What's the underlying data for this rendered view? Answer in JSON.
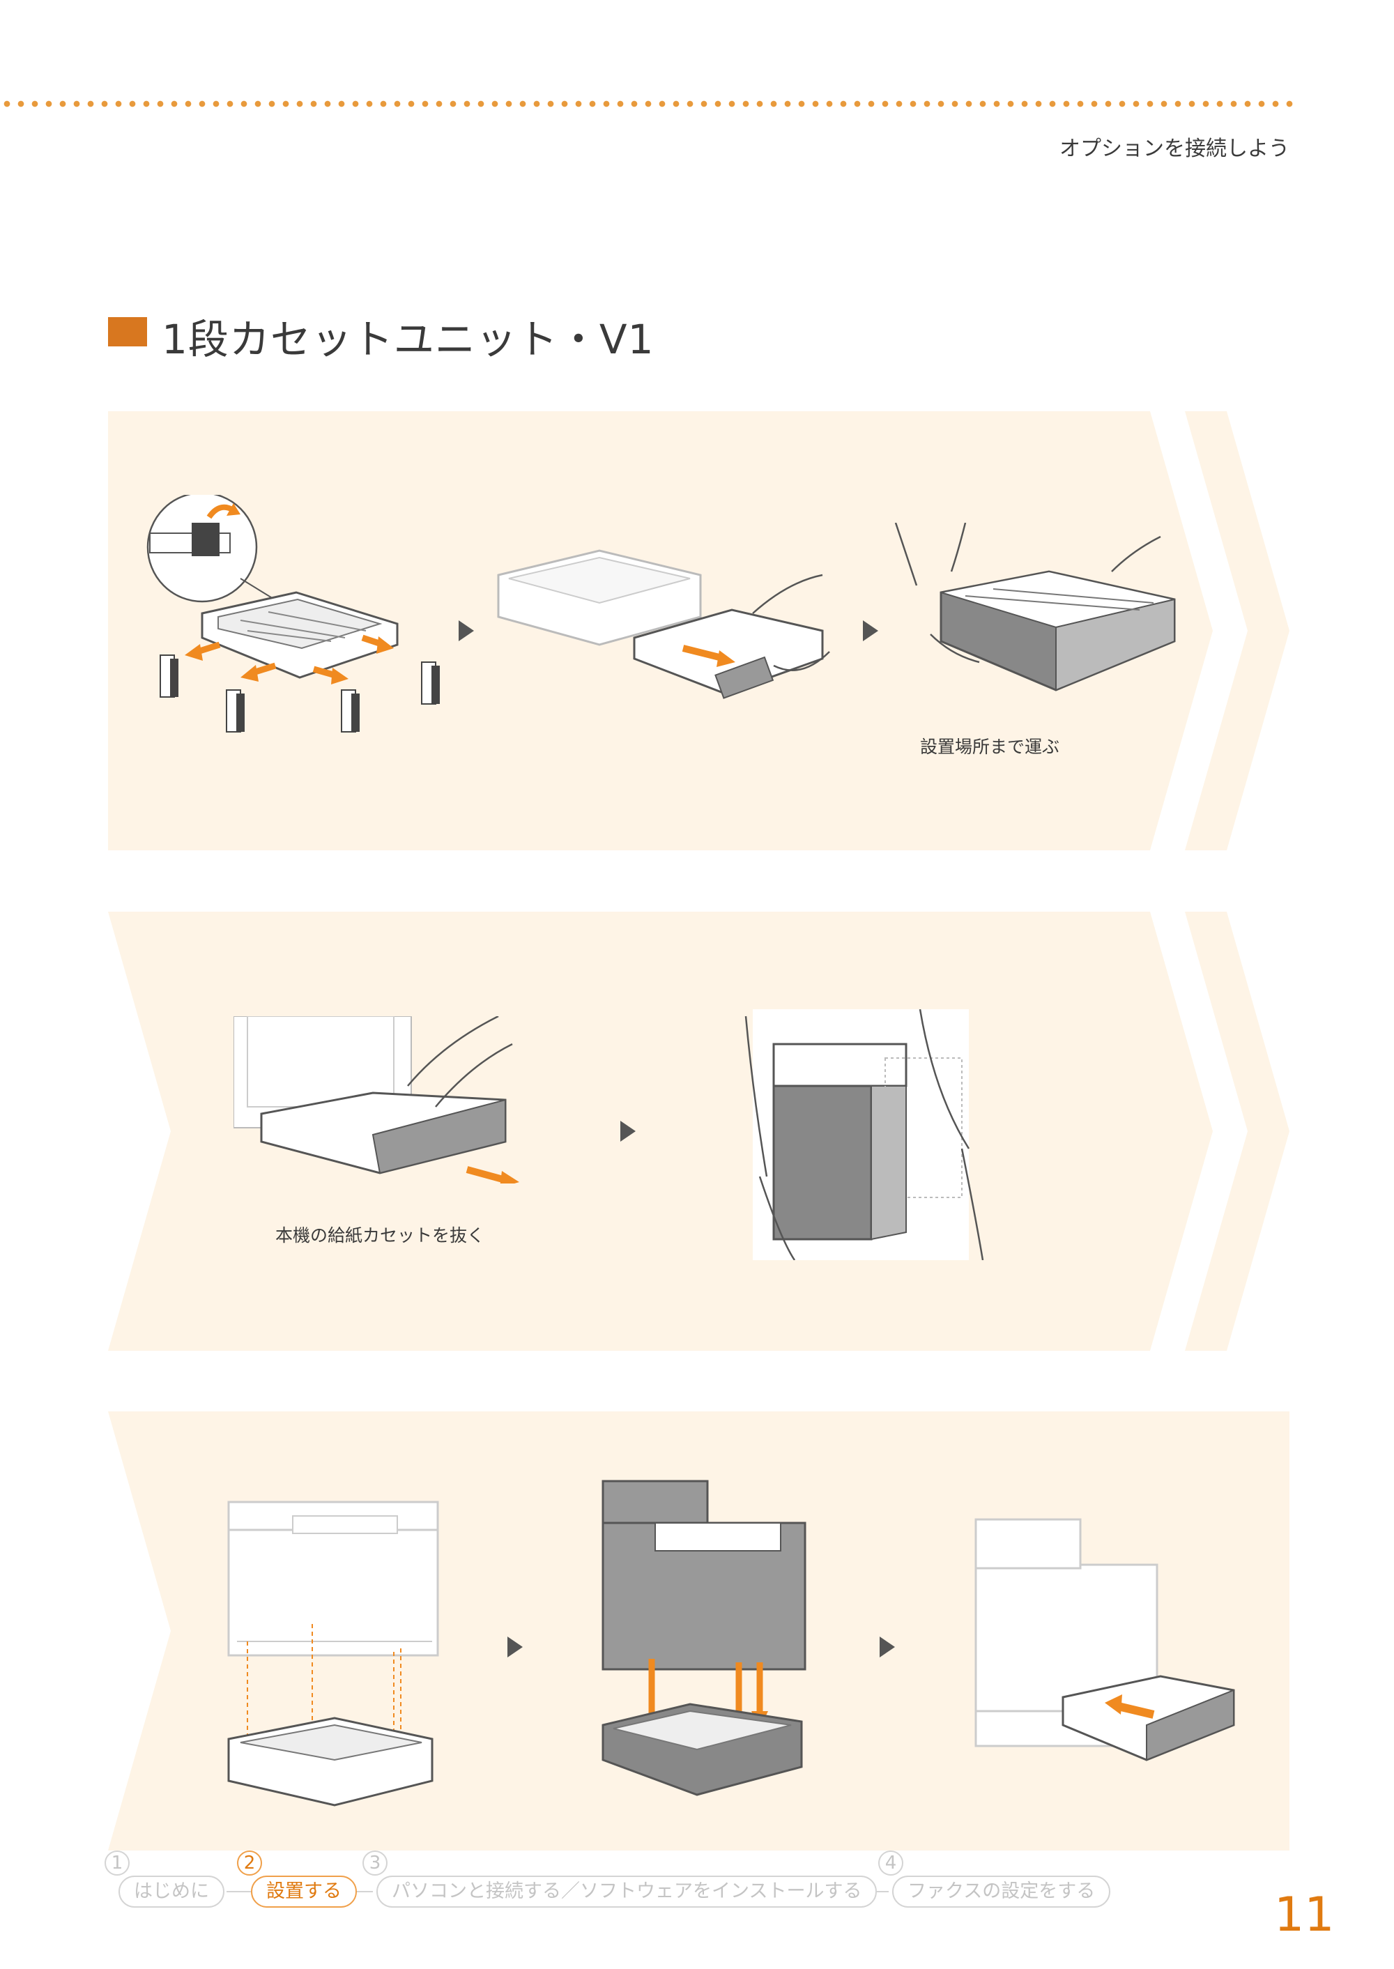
{
  "header": {
    "title": "オプションを接続しよう"
  },
  "section": {
    "title": "1段カセットユニット・V1"
  },
  "steps": [
    {
      "captions": [
        "設置場所まで運ぶ"
      ]
    },
    {
      "captions": [
        "本機の給紙カセットを抜く"
      ]
    },
    {
      "captions": []
    }
  ],
  "footer_nav": [
    {
      "number": "1",
      "label": "はじめに",
      "active": false
    },
    {
      "number": "2",
      "label": "設置する",
      "active": true
    },
    {
      "number": "3",
      "label": "パソコンと接続する／ソフトウェアをインストールする",
      "active": false
    },
    {
      "number": "4",
      "label": "ファクスの設定をする",
      "active": false
    }
  ],
  "page_number": "11",
  "colors": {
    "accent": "#d8771f",
    "arrow_orange": "#f08a20",
    "panel_bg": "#fef4e6",
    "nav_active": "#e07a10"
  },
  "icons": [
    "play-arrow-icon",
    "orange-arrow-icon"
  ]
}
